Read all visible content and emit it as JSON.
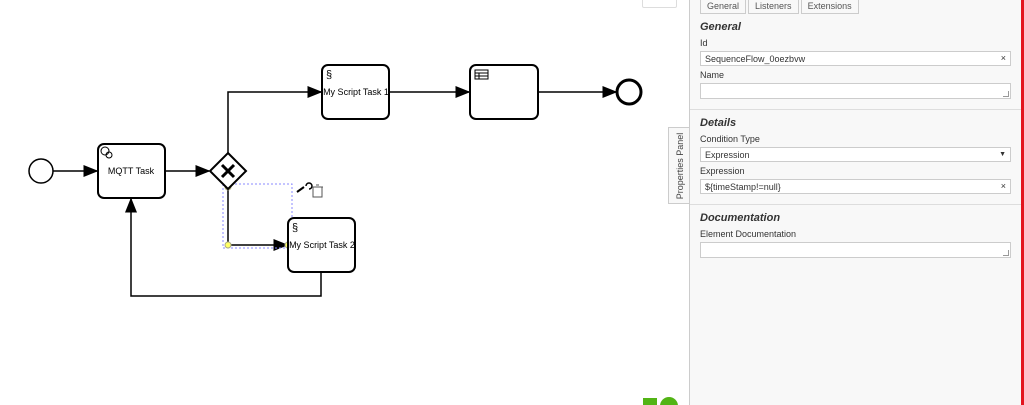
{
  "diagram": {
    "tasks": [
      {
        "id": "mqtt",
        "label": "MQTT Task",
        "icon": "gear-icon"
      },
      {
        "id": "script1",
        "label": "My Script Task 1",
        "icon": "script-icon"
      },
      {
        "id": "table",
        "label": "",
        "icon": "table-icon"
      },
      {
        "id": "script2",
        "label": "My Script Task 2",
        "icon": "script-icon"
      }
    ],
    "gateway": {
      "type": "exclusive",
      "icon": "x-icon"
    },
    "context_pad": [
      "wrench-icon",
      "trash-icon"
    ],
    "selection_color": "#8888ff"
  },
  "panel": {
    "vertical_tab": "Properties Panel",
    "tabs": [
      "General",
      "Listeners",
      "Extensions"
    ],
    "general": {
      "title": "General",
      "id_label": "Id",
      "id_value": "SequenceFlow_0oezbvw",
      "name_label": "Name",
      "name_value": ""
    },
    "details": {
      "title": "Details",
      "condition_type_label": "Condition Type",
      "condition_type_value": "Expression",
      "expression_label": "Expression",
      "expression_value": "${timeStamp!=null}"
    },
    "documentation": {
      "title": "Documentation",
      "element_doc_label": "Element Documentation",
      "element_doc_value": ""
    },
    "clear_symbol": "×",
    "dropdown_symbol": "▼",
    "accent": "#e3141e"
  }
}
